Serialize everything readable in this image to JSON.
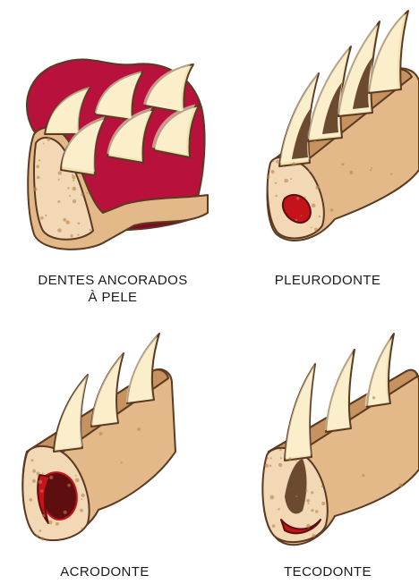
{
  "panels": [
    {
      "id": "skin",
      "caption_lines": [
        "DENTES ANCORADOS",
        "À PELE"
      ]
    },
    {
      "id": "pleurodont",
      "caption_lines": [
        "PLEURODONTE"
      ]
    },
    {
      "id": "acrodont",
      "caption_lines": [
        "ACRODONTE"
      ]
    },
    {
      "id": "thecodont",
      "caption_lines": [
        "TECODONTE"
      ]
    }
  ],
  "colors": {
    "bone": "#e3b98a",
    "bone_light": "#f2d8b4",
    "bone_dark": "#c6925f",
    "bone_pore": "#b8824f",
    "tooth": "#f3e3b3",
    "tooth_light": "#fff7df",
    "tooth_shade": "#d9bb7c",
    "outline": "#5a3a22",
    "gum": "#b8123c",
    "gum_dark": "#7e0a26",
    "blood": "#c4131b",
    "marrow": "#5e0e0e",
    "socket": "#6b4a30"
  }
}
